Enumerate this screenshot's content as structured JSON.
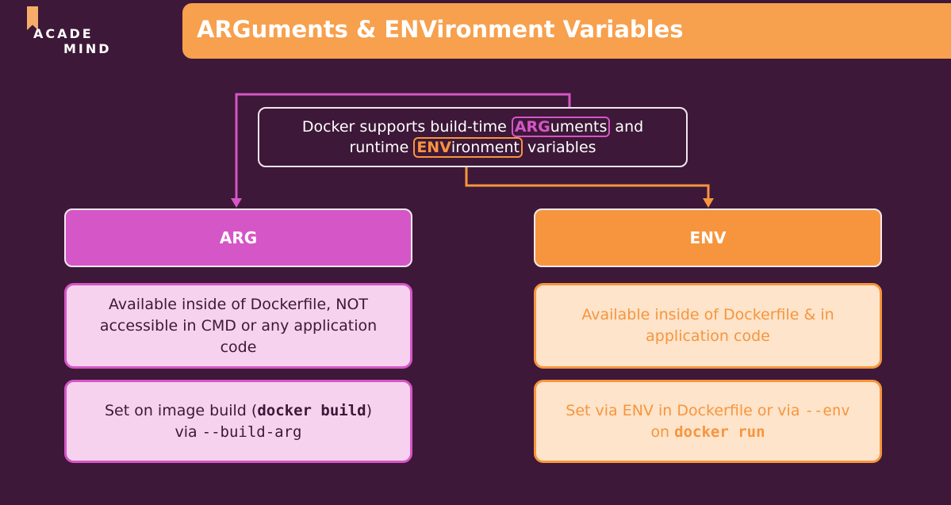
{
  "logo": {
    "line1": "ACADE",
    "line2": "MIND"
  },
  "title": "ARGuments & ENVironment Variables",
  "main": {
    "pre1": "Docker supports build-time ",
    "arg_strong": "ARG",
    "arg_rest": "uments",
    "post1": " and",
    "pre2": "runtime ",
    "env_strong": "ENV",
    "env_rest": "ironment",
    "post2": " variables"
  },
  "arg": {
    "header": "ARG",
    "card1": "Available inside of Dockerfile, NOT accessible in CMD or any application code",
    "card2_pre": "Set on image build (",
    "card2_cmd": "docker build",
    "card2_mid": ")",
    "card2_via": "via ",
    "card2_flag": "--build-arg"
  },
  "env": {
    "header": "ENV",
    "card1": "Available inside of Dockerfile & in application code",
    "card2_pre": "Set via ENV in Dockerfile or via ",
    "card2_flag": "--env",
    "card2_on": "on ",
    "card2_cmd": "docker run"
  },
  "colors": {
    "background": "#3d1838",
    "arg": "#d556c6",
    "env": "#f7953e",
    "title_bar": "#f7a04d"
  }
}
